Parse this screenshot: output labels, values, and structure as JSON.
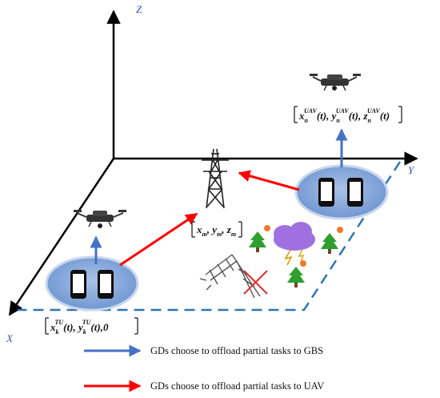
{
  "axes": {
    "z_label": "Z",
    "y_label": "Y",
    "x_label": "X"
  },
  "coordinates": {
    "uav": {
      "var_x": "x",
      "var_y": "y",
      "var_z": "z",
      "sub": "n",
      "sup": "UAV",
      "arg": "(t)"
    },
    "gbs": {
      "text_x": "x",
      "text_y": "y",
      "text_z": "z",
      "sub": "m"
    },
    "ground": {
      "var_x": "x",
      "var_y": "y",
      "sub": "k",
      "sup": "TU",
      "arg": "(t)",
      "zero": "0"
    }
  },
  "legend": [
    {
      "label": "GDs choose to offload partial tasks to GBS",
      "color": "#4472c4"
    },
    {
      "label": "GDs choose to offload partial tasks to UAV",
      "color": "#ff0000"
    }
  ],
  "colors": {
    "axis": "#000000",
    "boundary": "#2e75b6",
    "cluster": "#7ea3d6",
    "cluster_border": "#b4c7e7",
    "cloud": "#a070e0",
    "tree": "#2e9f2e"
  }
}
